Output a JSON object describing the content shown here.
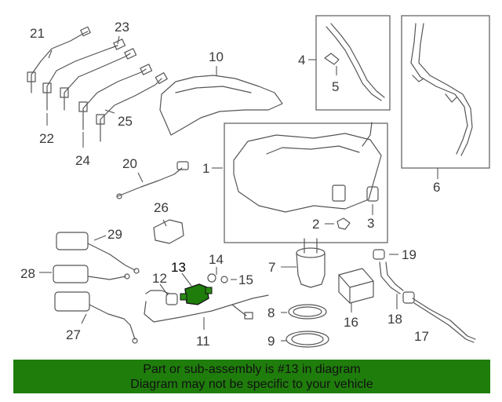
{
  "callouts": {
    "c1": "1",
    "c2": "2",
    "c3": "3",
    "c4": "4",
    "c5": "5",
    "c6": "6",
    "c7": "7",
    "c8": "8",
    "c9": "9",
    "c10": "10",
    "c11": "11",
    "c12": "12",
    "c13": "13",
    "c14": "14",
    "c15": "15",
    "c16": "16",
    "c17": "17",
    "c18": "18",
    "c19": "19",
    "c20": "20",
    "c21": "21",
    "c22": "22",
    "c23": "23",
    "c24": "24",
    "c25": "25",
    "c26": "26",
    "c27": "27",
    "c28": "28",
    "c29": "29"
  },
  "highlight": {
    "part_number": "13",
    "color": "#1f7d0c"
  },
  "banner": {
    "line1": "Part or sub-assembly is #13 in diagram",
    "line2": "Diagram may not be specific to your vehicle",
    "background": "#1f7d0c"
  }
}
